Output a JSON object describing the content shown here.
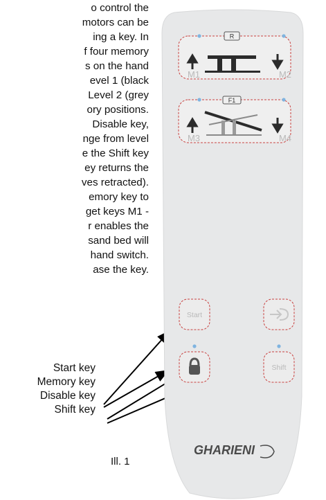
{
  "paragraph_lines": [
    "o control the",
    "motors can be",
    "ing a key. In",
    "f four memory",
    "s on the hand",
    "evel 1 (black",
    "Level 2 (grey",
    "ory positions.",
    "Disable key,",
    "nge from level",
    "e the Shift key",
    "ey returns the",
    "ves retracted).",
    "emory key to",
    "get keys M1 -",
    "r enables the",
    "sand bed will",
    "hand switch.",
    "ase the key."
  ],
  "key_labels": [
    "Start key",
    "Memory key",
    "Disable key",
    "Shift key"
  ],
  "caption": "Ill. 1",
  "remote": {
    "top_icon_label": "R",
    "second_icon_label": "F1",
    "m1": "M1",
    "m2": "M2",
    "m3": "M3",
    "m4": "M4",
    "start": "Start",
    "shift": "Shift",
    "brand": "GHARIENI"
  },
  "colors": {
    "remote_body": "#e7e8e9",
    "dashed_border": "#c9413f",
    "indicator": "#7fb4e0",
    "icon_dark": "#2b2b2b",
    "key_text": "#b9b9b9"
  }
}
